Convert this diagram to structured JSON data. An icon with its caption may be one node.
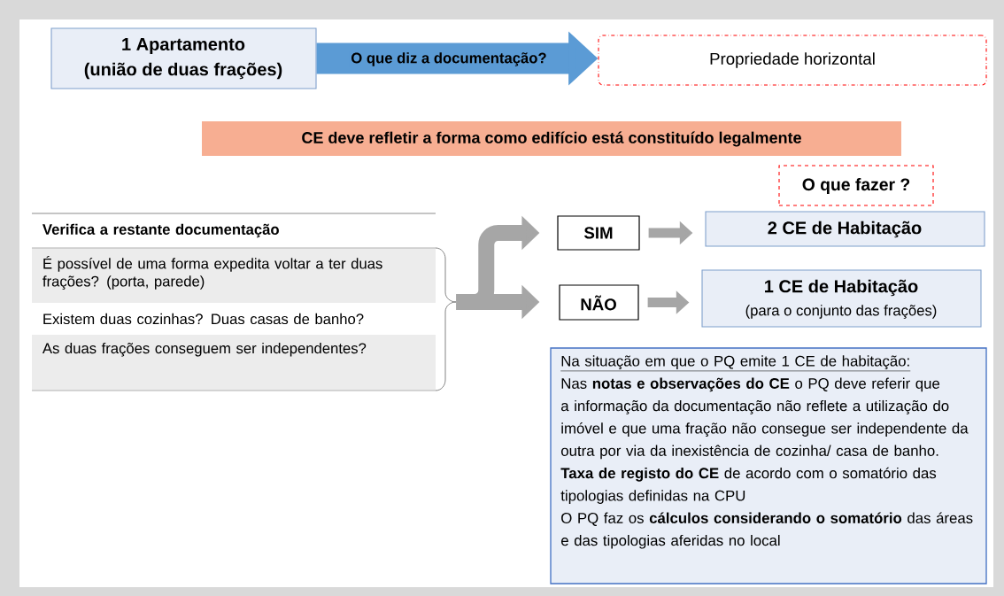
{
  "diagram": {
    "nodes": [
      {
        "text": [
          "1 Apartamento",
          "(união de duas frações)"
        ]
      },
      {
        "text": [
          "Propriedade horizontal"
        ]
      },
      {
        "text": [
          "CE deve refletir a forma como edifício está constituído legalmente"
        ]
      },
      {
        "text": [
          "O que fazer ?"
        ]
      },
      {
        "text": [
          "Verifica a restante documentação",
          "É possível de uma forma expedita voltar a ter duas frações? (porta, parede)",
          "Existem duas cozinhas? Duas casas de banho?",
          "As duas frações conseguem ser independentes?"
        ]
      },
      {
        "text": [
          "SIM"
        ]
      },
      {
        "text": [
          "NÃO"
        ]
      },
      {
        "text": [
          "2 CE de Habitação"
        ]
      },
      {
        "text": [
          "1 CE de Habitação",
          "(para o conjunto das frações)"
        ]
      },
      {
        "text": [
          "Na situação em que o PQ emite 1 CE de habitação:",
          "Nas **notas e observações do CE** o PQ deve referir que a informação da documentação não reflete a utilização do imóvel e que uma fração não consegue ser independente da outra por via da inexistência de cozinha/ casa de banho.",
          "**Taxa de registo do CE** de acordo com o somatório das tipologias definidas na CPU",
          "O PQ faz os **cálculos considerando o somatório** das áreas e das tipologias aferidas no local"
        ]
      }
    ],
    "edges": [
      {
        "from": 0,
        "to": 1,
        "arrow": "to",
        "label": "O que diz a documentação?",
        "color": "#5b9bd5",
        "style": "thick"
      },
      {
        "from": 4,
        "to": 5,
        "arrow": "to"
      },
      {
        "from": 4,
        "to": 6,
        "arrow": "to"
      },
      {
        "from": 5,
        "to": 7,
        "arrow": "to"
      },
      {
        "from": 6,
        "to": 8,
        "arrow": "to"
      }
    ]
  }
}
